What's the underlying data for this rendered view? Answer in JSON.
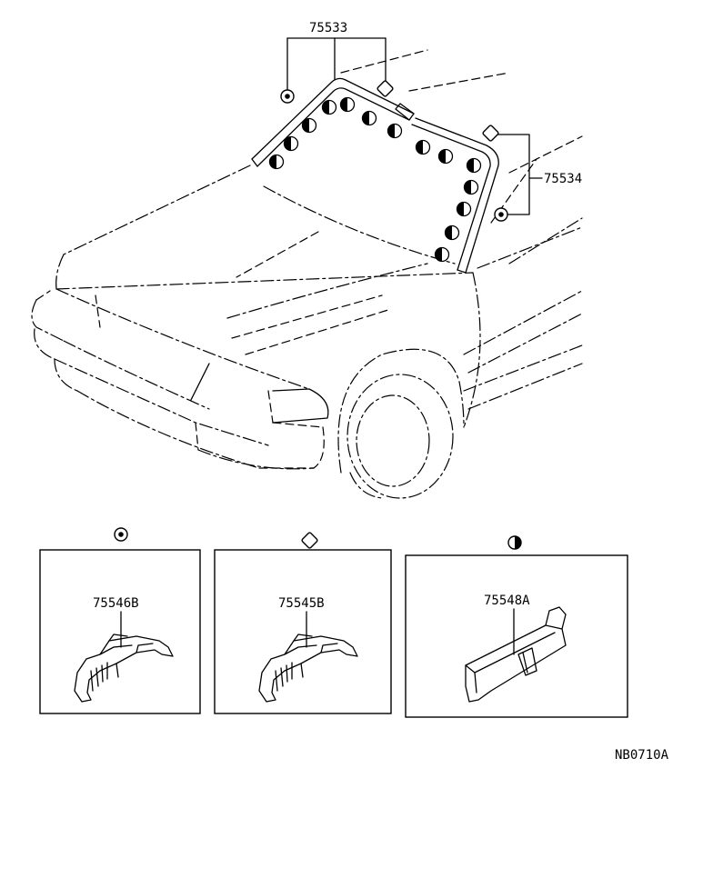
{
  "callouts": {
    "molding_upper": "75533",
    "molding_side": "75534",
    "clip_a": "75546B",
    "clip_b": "75545B",
    "clip_c": "75548A"
  },
  "drawing_code": "NB0710A",
  "symbols": {
    "clip_a": "dot-in-circle-symbol",
    "clip_b": "diamond-symbol",
    "clip_c": "half-filled-circle-symbol"
  }
}
